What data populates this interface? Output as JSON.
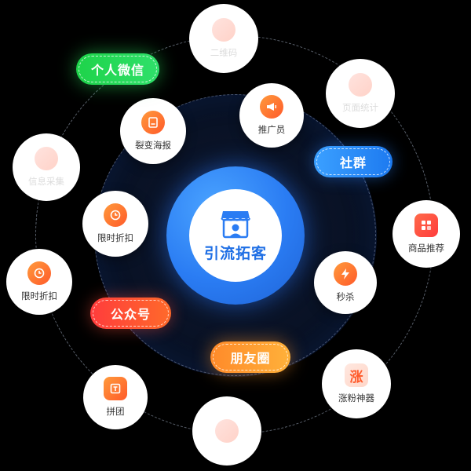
{
  "center": {
    "label": "引流拓客",
    "icon": "storefront-user-icon"
  },
  "channels": {
    "wechat": "个人微信",
    "group": "社群",
    "official_account": "公众号",
    "moments": "朋友圈"
  },
  "tools": {
    "qrcode": "二维码",
    "page_stats": "页面统计",
    "fission_poster": "裂变海报",
    "referrer": "推广员",
    "info_collect": "信息采集",
    "limited_discount_inner": "限时折扣",
    "product_recommend": "商品推荐",
    "limited_discount_outer": "限时折扣",
    "flash_sale": "秒杀",
    "group_buy": "拼团",
    "fan_growth": "涨粉神器",
    "fan_growth_glyph": "涨"
  },
  "colors": {
    "background": "#000000",
    "center_blue": "#2a7cf3",
    "icon_orange": "#ff6a2a",
    "wechat_green": "#22d64f",
    "group_blue": "#2a8cf8",
    "official_red": "#ff4a3a",
    "moments_orange": "#ff9a30"
  }
}
